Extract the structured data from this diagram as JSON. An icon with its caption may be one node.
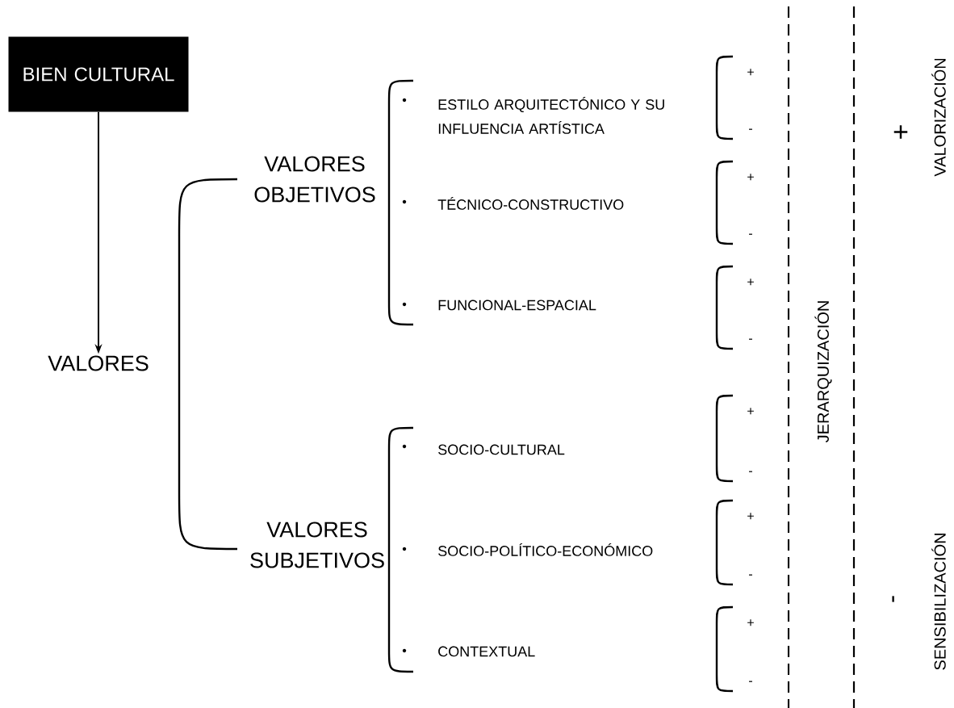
{
  "diagram": {
    "nodes": [
      {
        "text": [
          "BIEN CULTURAL"
        ]
      },
      {
        "text": [
          "VALORES"
        ]
      },
      {
        "text": [
          "VALORES OBJETIVOS"
        ]
      },
      {
        "text": [
          "VALORES SUBJETIVOS"
        ]
      },
      {
        "text": [
          "ESTILO ARQUITECTÓNICO Y SU INFLUENCIA ARTÍSTICA"
        ]
      },
      {
        "text": [
          "TÉCNICO-CONSTRUCTIVO"
        ]
      },
      {
        "text": [
          "FUNCIONAL-ESPACIAL"
        ]
      },
      {
        "text": [
          "SOCIO-CULTURAL"
        ]
      },
      {
        "text": [
          "SOCIO-POLÍTICO-ECONÓMICO"
        ]
      },
      {
        "text": [
          "CONTEXTUAL"
        ]
      }
    ],
    "edges": [
      {
        "from": 0,
        "to": 1,
        "arrow": "to"
      }
    ],
    "labels": [
      "+",
      "-",
      "+",
      "-",
      "+",
      "-",
      "+",
      "-",
      "+",
      "-",
      "+",
      "-",
      "JERARQUIZACIÓN",
      "+",
      "VALORIZACIÓN",
      "-",
      "SENSIBILIZACIÓN"
    ]
  }
}
